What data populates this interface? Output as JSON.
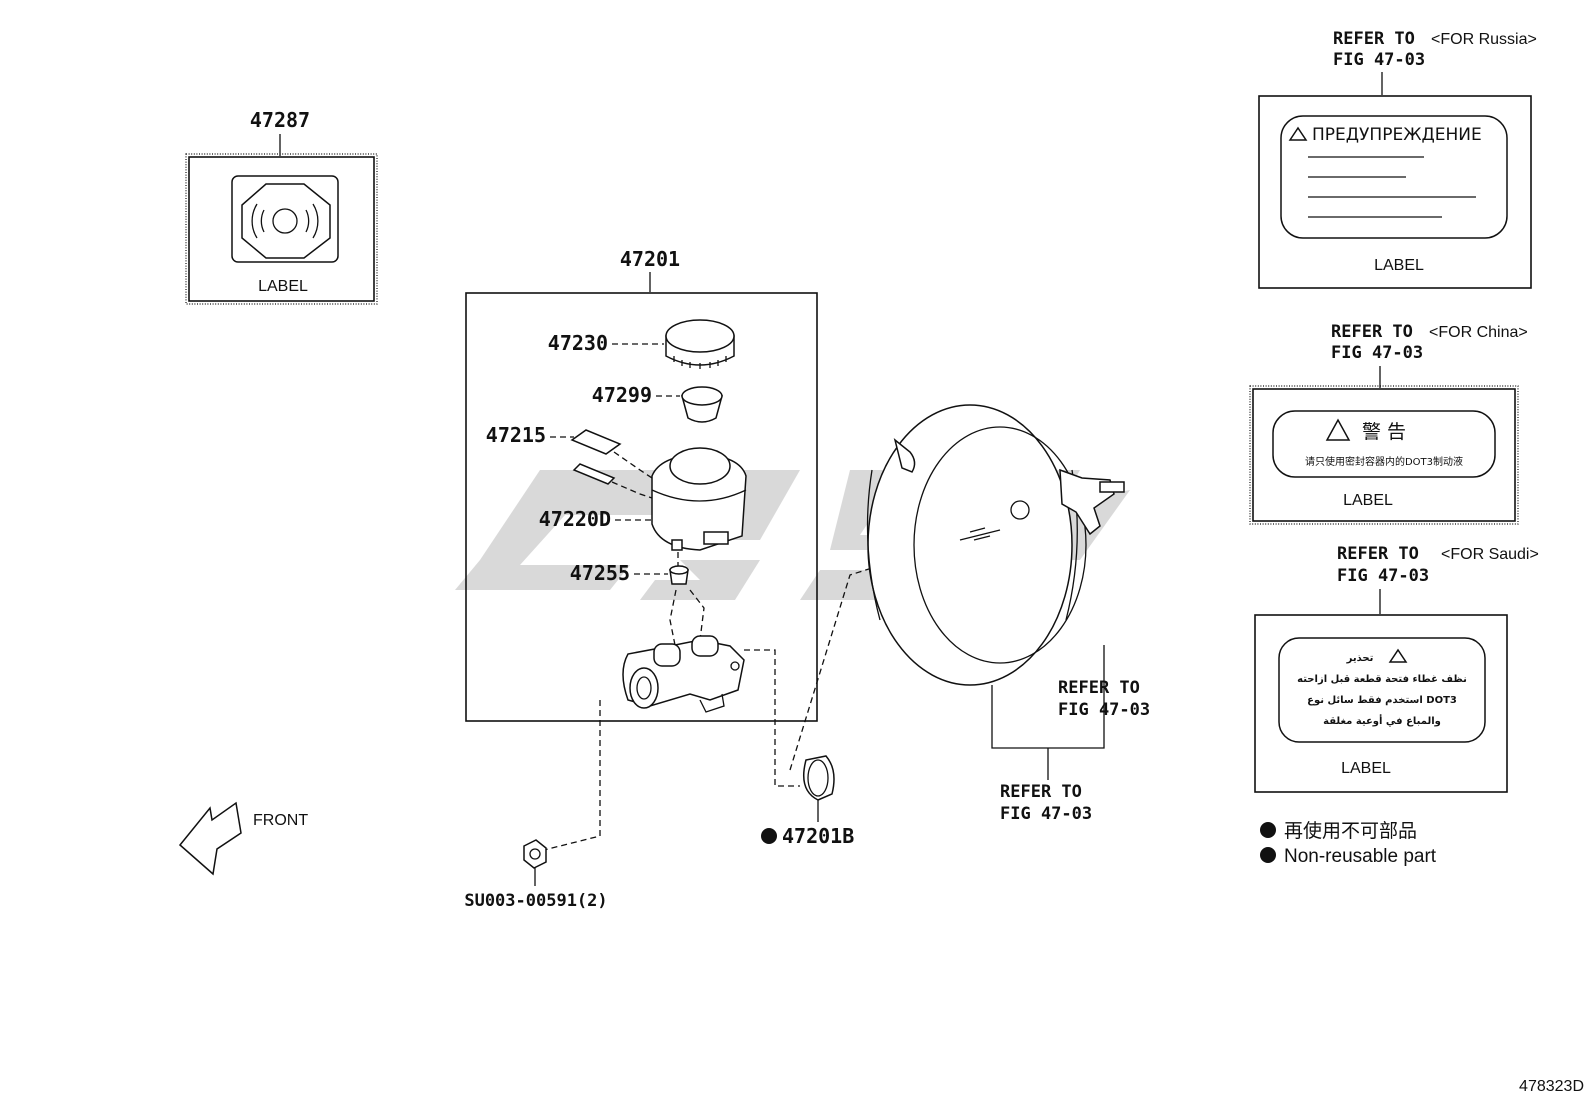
{
  "parts": {
    "label_47287": "47287",
    "assembly_47201": "47201",
    "cap_47230": "47230",
    "strainer_47299": "47299",
    "pin_47215": "47215",
    "reservoir_47220D": "47220D",
    "grommet_47255": "47255",
    "seal_47201B": "47201B",
    "nut_su003": "SU003-00591(2)"
  },
  "labels": {
    "label_text": "LABEL",
    "front": "FRONT"
  },
  "refer": {
    "refer_to": "REFER TO",
    "fig": "FIG 47-03",
    "for_russia": "<FOR Russia>",
    "for_china": "<FOR China>",
    "for_saudi": "<FOR Saudi>"
  },
  "russia_label": {
    "warning": "ПРЕДУПРЕЖДЕНИЕ"
  },
  "china_label": {
    "warning": "警   告",
    "text": "请只使用密封容器内的DOT3制动液"
  },
  "saudi_label": {
    "warning": "تحذير",
    "line1": "نظف غطاء فتحة قطعة قبل ازاحته",
    "line2": "استخدم فقط سائل نوع DOT3",
    "line3": "والمباع في أوعية مغلقة"
  },
  "legend": {
    "non_reusable_jp": "再使用不可部品",
    "non_reusable_en": "Non-reusable part"
  },
  "figure_id": "478323D"
}
